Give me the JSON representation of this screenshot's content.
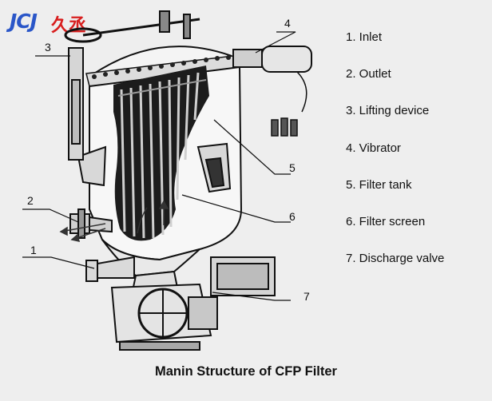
{
  "logo": {
    "latin": "JCJ",
    "chinese": "久丞"
  },
  "callouts": [
    "1",
    "2",
    "3",
    "4",
    "5",
    "6",
    "7"
  ],
  "legend": [
    "1. Inlet",
    "2. Outlet",
    "3. Lifting device",
    "4. Vibrator",
    "5. Filter tank",
    "6. Filter screen",
    "7. Discharge valve"
  ],
  "caption": "Manin Structure of CFP Filter",
  "colors": {
    "background": "#eeeeee",
    "ink": "#111111",
    "logo_blue": "#2a56c8",
    "logo_red": "#d81e1e"
  }
}
